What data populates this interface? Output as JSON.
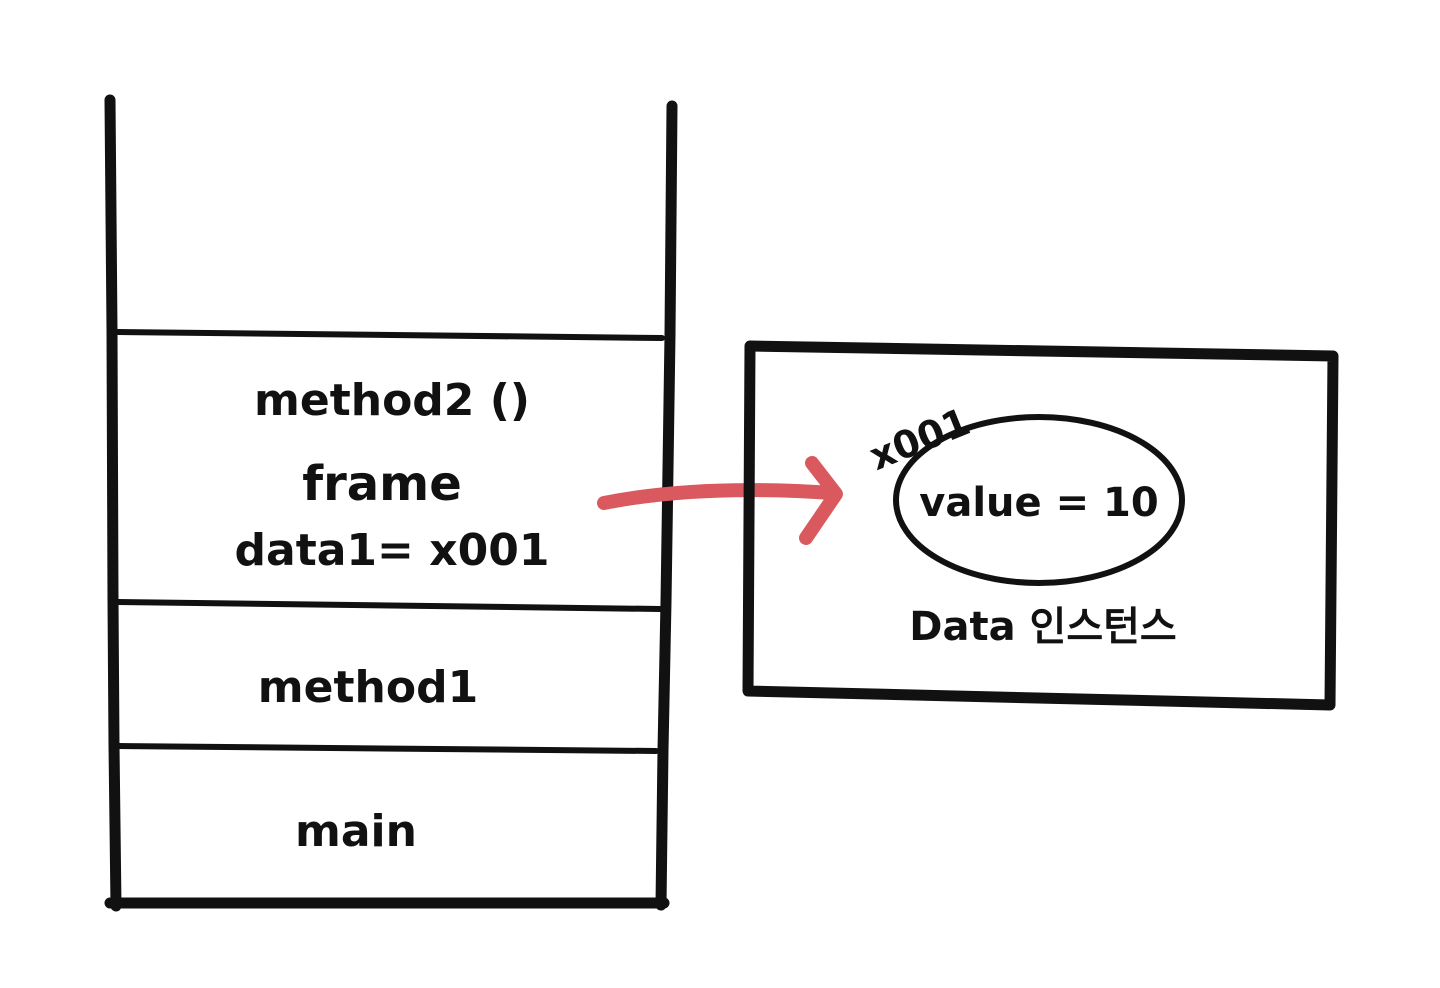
{
  "stack": {
    "frames": [
      {
        "line1": "method2 ()",
        "line2": "frame",
        "line3": "data1= x001"
      },
      {
        "label": "method1"
      },
      {
        "label": "main"
      }
    ]
  },
  "heap": {
    "address_label": "x001",
    "value_label": "value = 10",
    "instance_label": "Data 인스턴스"
  },
  "colors": {
    "ink": "#111111",
    "arrow": "#d9595e",
    "background": "#ffffff"
  }
}
